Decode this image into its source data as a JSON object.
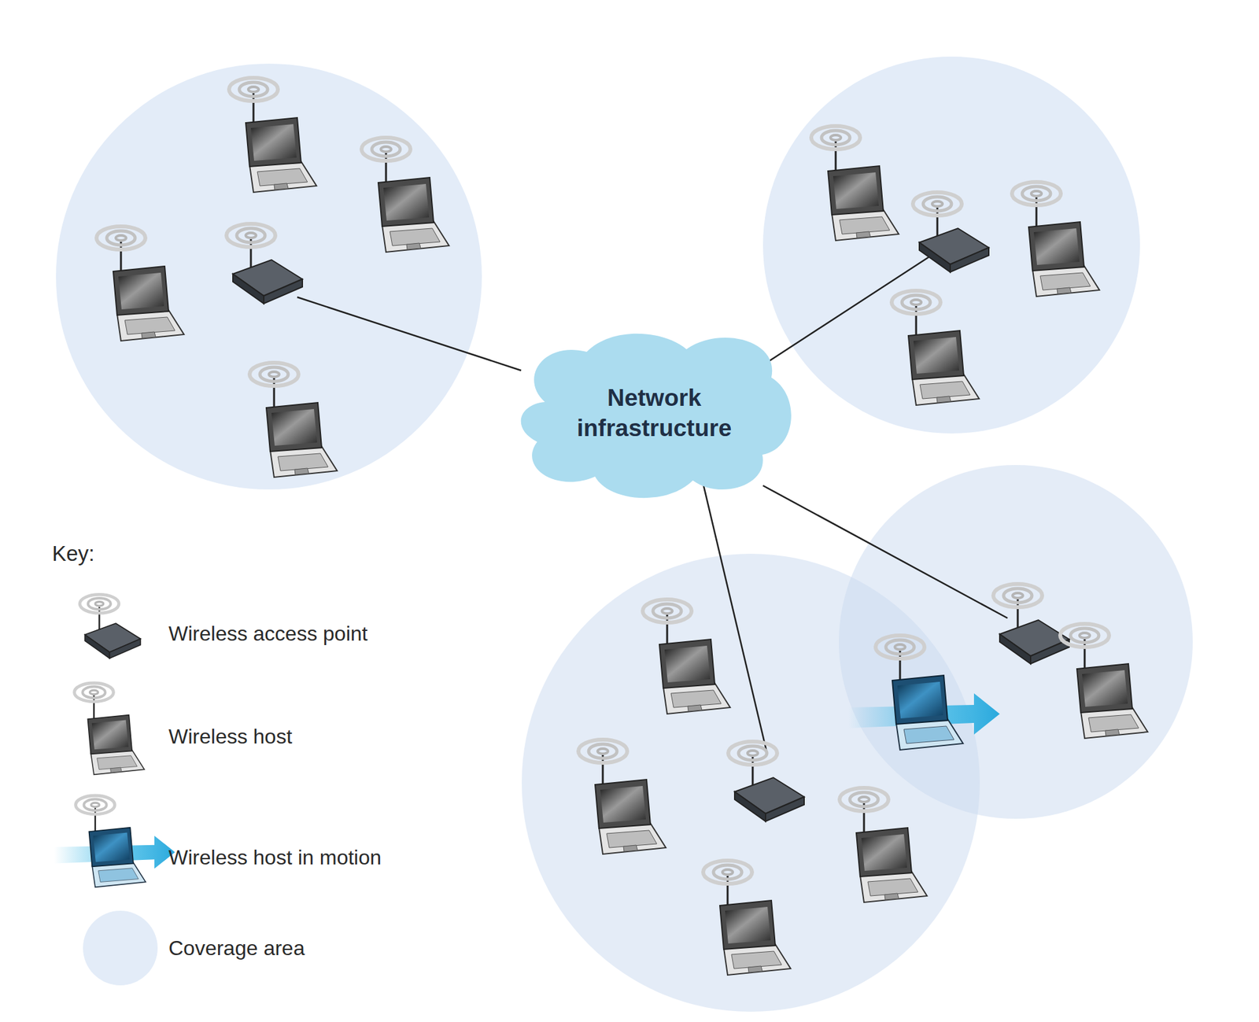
{
  "diagram": {
    "nodes": [
      {
        "text": [
          "Network infrastructure"
        ]
      }
    ],
    "labels": [
      "Key:"
    ],
    "legend": [
      {
        "text": "Wireless access point"
      },
      {
        "text": "Wireless host"
      },
      {
        "text": "Wireless host in motion"
      },
      {
        "text": "Coverage area",
        "color": "#e3ecf8"
      }
    ]
  }
}
